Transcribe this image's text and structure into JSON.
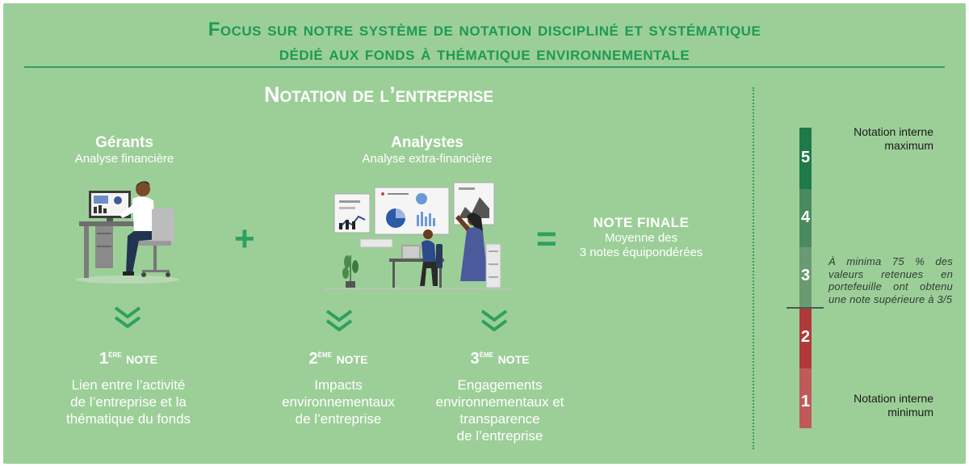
{
  "title": {
    "line1": "Focus sur notre système de notation discipliné et systématique",
    "line2": "dédié aux fonds à thématique environnementale"
  },
  "section_title": "Notation de l’entreprise",
  "columns": {
    "managers": {
      "heading": "Gérants",
      "subtitle": "Analyse financière"
    },
    "analysts": {
      "heading": "Analystes",
      "subtitle": "Analyse extra-financière"
    }
  },
  "operators": {
    "plus": "+",
    "equals": "="
  },
  "final_note": {
    "heading": "NOTE FINALE",
    "line1": "Moyenne des",
    "line2": "3 notes équipondérées"
  },
  "notes": [
    {
      "number": "1",
      "suffix": "ère",
      "label": "note",
      "lines": [
        "Lien entre l’activité",
        "de l’entreprise et la",
        "thématique du fonds"
      ]
    },
    {
      "number": "2",
      "suffix": "ème",
      "label": "note",
      "lines": [
        "Impacts",
        "environnementaux",
        "de l’entreprise"
      ]
    },
    {
      "number": "3",
      "suffix": "ème",
      "label": "note",
      "lines": [
        "Engagements",
        "environnementaux et",
        "transparence",
        "de l’entreprise"
      ]
    }
  ],
  "scale": {
    "levels": [
      {
        "value": "5",
        "color": "#1e7a48"
      },
      {
        "value": "4",
        "color": "#4a8a5e"
      },
      {
        "value": "3",
        "color": "#6a9a72"
      },
      {
        "value": "2",
        "color": "#b03a3a"
      },
      {
        "value": "1",
        "color": "#c05a5a"
      }
    ],
    "top_label": [
      "Notation interne",
      "maximum"
    ],
    "bottom_label": [
      "Notation interne",
      "minimum"
    ],
    "threshold_text": "À minima 75 % des valeurs retenues en portefeuille ont obtenu une note supérieure à 3/5"
  },
  "colors": {
    "background": "#9ccf98",
    "accent": "#2ea060",
    "text": "#ffffff"
  }
}
